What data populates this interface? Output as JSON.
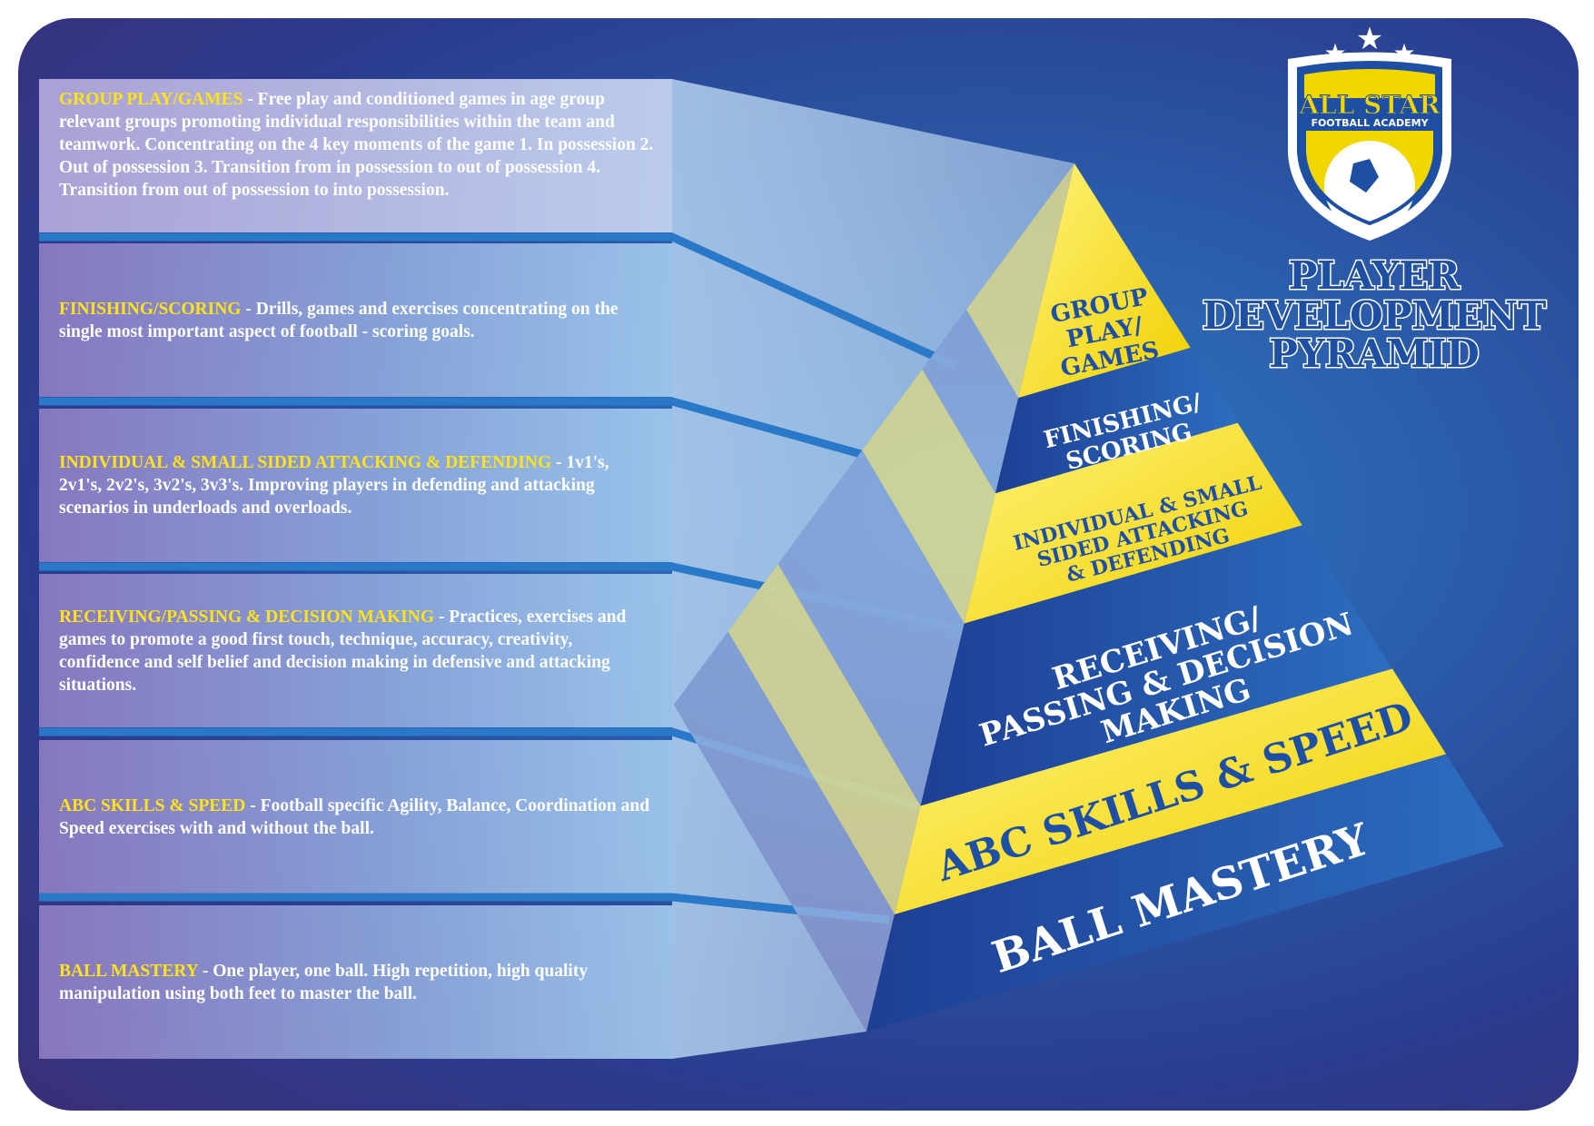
{
  "title": {
    "lines": [
      "PLAYER",
      "DEVELOPMENT",
      "PYRAMID"
    ]
  },
  "logo": {
    "name": "ALL STAR",
    "subtitle": "FOOTBALL ACADEMY"
  },
  "colors": {
    "yellow": "#f2d600",
    "blue": "#1f4fa3",
    "highlight": "#ffe21a"
  },
  "levels": [
    {
      "heading": "GROUP PLAY/GAMES",
      "description": " - Free play and conditioned games in age group relevant groups promoting individual responsibilities within the team and teamwork. Concentrating on the 4 key moments of the game 1. In possession 2. Out of possession 3. Transition from in possession to out of possession 4. Transition from out of possession to into possession.",
      "pyramid_lines": [
        "GROUP",
        "PLAY/",
        "GAMES"
      ]
    },
    {
      "heading": "FINISHING/SCORING",
      "description": " - Drills, games and exercises concentrating on the single most important aspect of football - scoring goals.",
      "pyramid_lines": [
        "FINISHING/",
        "SCORING"
      ]
    },
    {
      "heading": "INDIVIDUAL & SMALL SIDED ATTACKING & DEFENDING",
      "description": " - 1v1's, 2v1's, 2v2's, 3v2's, 3v3's. Improving players in defending and attacking scenarios in underloads and overloads.",
      "pyramid_lines": [
        "INDIVIDUAL & SMALL",
        "SIDED ATTACKING",
        "& DEFENDING"
      ]
    },
    {
      "heading": "RECEIVING/PASSING & DECISION MAKING",
      "description": " - Practices, exercises and games to promote a good first touch, technique, accuracy, creativity, confidence and self belief and decision making in defensive and attacking situations.",
      "pyramid_lines": [
        "RECEIVING/",
        "PASSING & DECISION",
        "MAKING"
      ]
    },
    {
      "heading": "ABC SKILLS & SPEED",
      "description": " - Football specific Agility, Balance, Coordination and Speed exercises with and without the ball.",
      "pyramid_lines": [
        "ABC SKILLS & SPEED"
      ]
    },
    {
      "heading": "BALL MASTERY",
      "description": " - One player, one ball. High repetition, high quality manipulation using both feet to master the ball.",
      "pyramid_lines": [
        "BALL MASTERY"
      ]
    }
  ]
}
